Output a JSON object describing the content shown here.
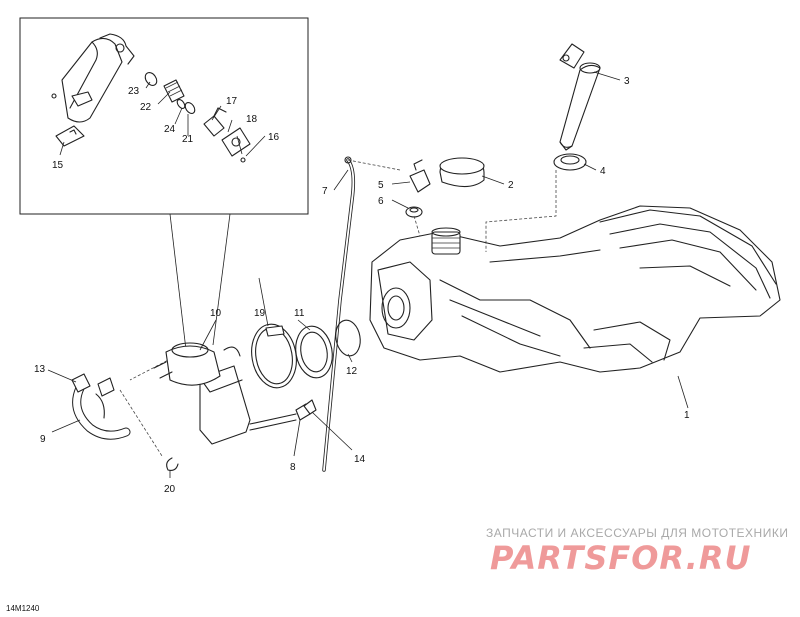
{
  "diagram": {
    "reference_code": "14M1240",
    "callouts": [
      "1",
      "2",
      "3",
      "4",
      "5",
      "6",
      "7",
      "8",
      "9",
      "10",
      "11",
      "12",
      "13",
      "14",
      "15",
      "16",
      "17",
      "18",
      "19",
      "20",
      "21",
      "22",
      "23",
      "24"
    ]
  },
  "watermark": {
    "tagline": "ЗАПЧАСТИ И АКСЕССУАРЫ ДЛЯ МОТОТЕХНИКИ",
    "brand": "PARTSFOR.RU",
    "tagline_color": "#a9a9a9",
    "brand_color": "#ef9a9a"
  }
}
